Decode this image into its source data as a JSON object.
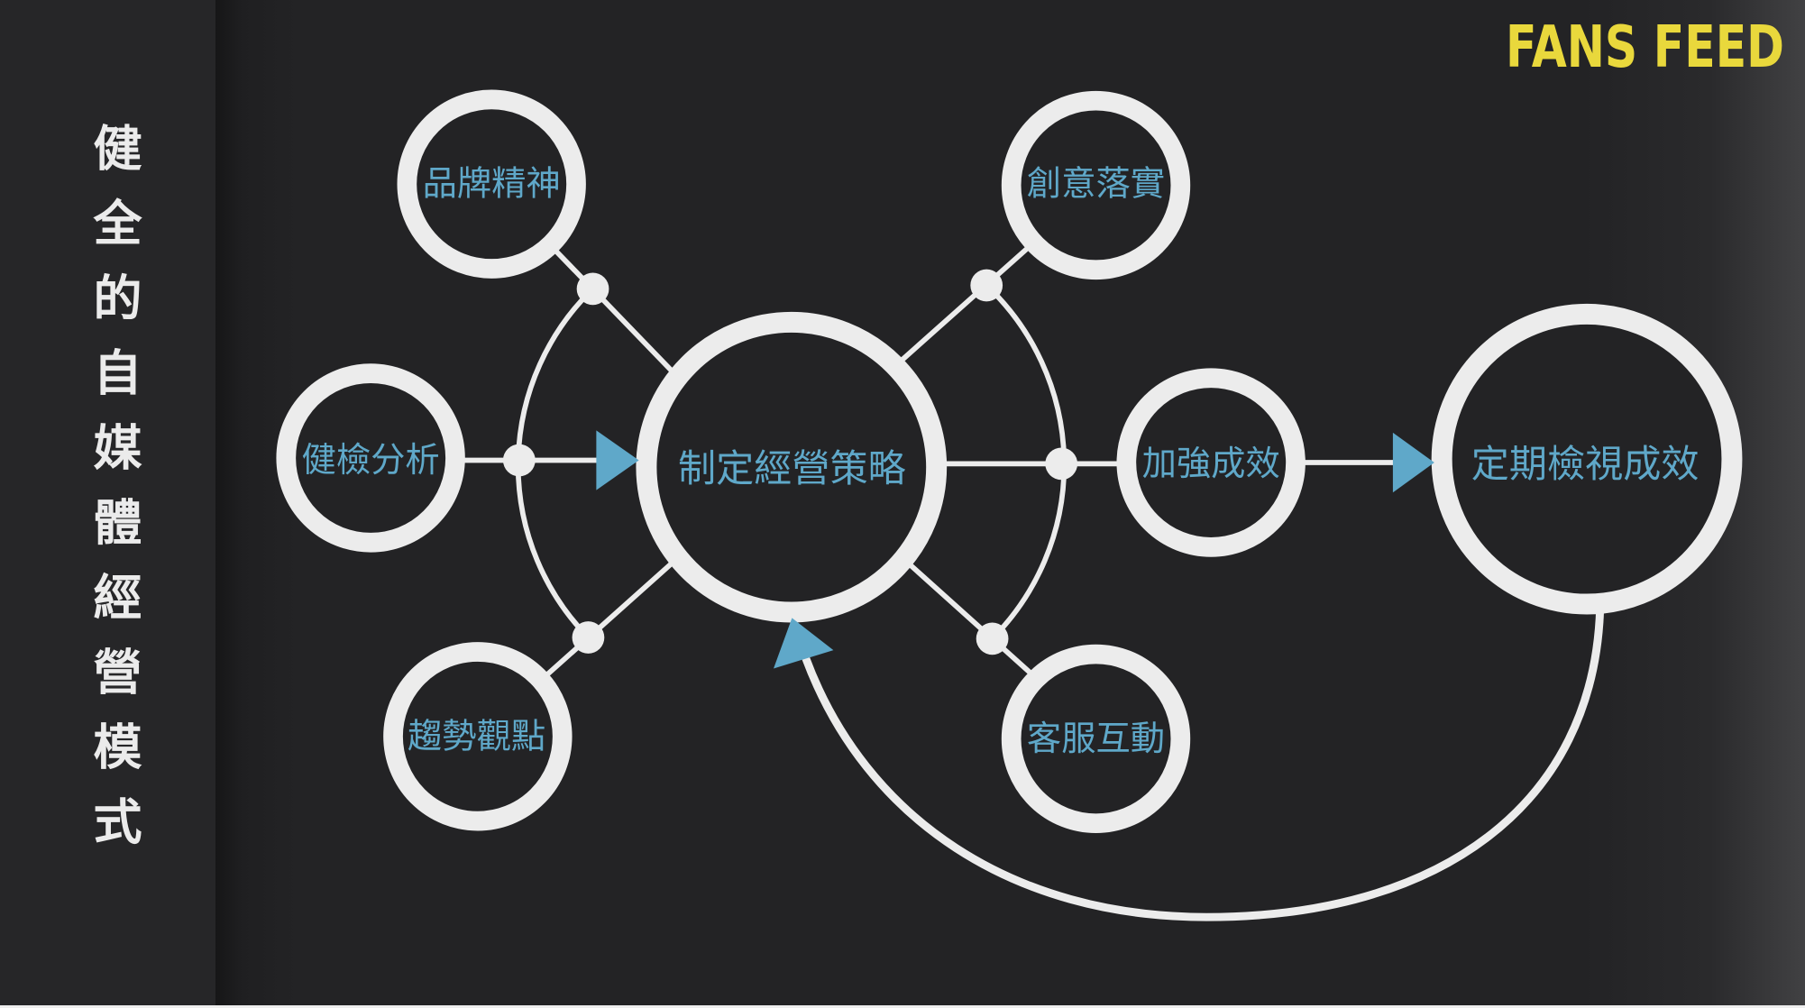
{
  "slide": {
    "title": "健全的自媒體經營模式",
    "logo": "FANS FEED"
  },
  "diagram": {
    "center": {
      "label": "制定經營策略"
    },
    "inputs": [
      {
        "label": "品牌精神"
      },
      {
        "label": "健檢分析"
      },
      {
        "label": "趨勢觀點"
      }
    ],
    "outputs": [
      {
        "label": "創意落實"
      },
      {
        "label": "加強成效"
      },
      {
        "label": "客服互動"
      }
    ],
    "review": {
      "label": "定期檢視成效"
    }
  },
  "colors": {
    "accent": "#5fa8c9",
    "logo": "#e9d83c",
    "stroke": "#ececec",
    "background": "#232325",
    "sidebar": "#262628",
    "title": "#ebebeb"
  }
}
